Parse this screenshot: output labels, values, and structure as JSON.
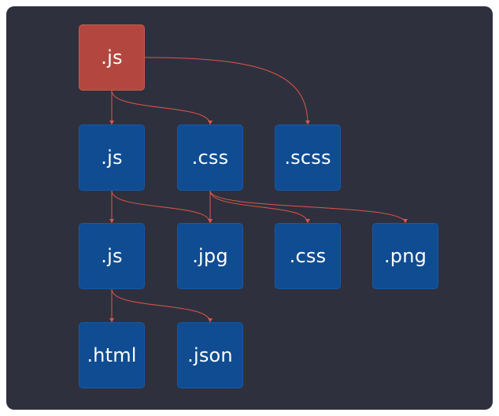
{
  "colors": {
    "background": "#2f303d",
    "root_node": "#b3473f",
    "asset_node": "#0f4c92",
    "edge": "#e0554a",
    "text": "#ffffff"
  },
  "nodes": [
    {
      "id": "root-js",
      "label": ".js",
      "kind": "root"
    },
    {
      "id": "js-2",
      "label": ".js",
      "kind": "asset"
    },
    {
      "id": "css-1",
      "label": ".css",
      "kind": "asset"
    },
    {
      "id": "scss",
      "label": ".scss",
      "kind": "asset"
    },
    {
      "id": "js-3",
      "label": ".js",
      "kind": "asset"
    },
    {
      "id": "jpg",
      "label": ".jpg",
      "kind": "asset"
    },
    {
      "id": "css-2",
      "label": ".css",
      "kind": "asset"
    },
    {
      "id": "png",
      "label": ".png",
      "kind": "asset"
    },
    {
      "id": "html",
      "label": ".html",
      "kind": "asset"
    },
    {
      "id": "json",
      "label": ".json",
      "kind": "asset"
    }
  ],
  "edges": [
    {
      "from": "root-js",
      "to": "js-2"
    },
    {
      "from": "root-js",
      "to": "css-1"
    },
    {
      "from": "root-js",
      "to": "scss"
    },
    {
      "from": "js-2",
      "to": "js-3"
    },
    {
      "from": "js-2",
      "to": "jpg"
    },
    {
      "from": "css-1",
      "to": "jpg"
    },
    {
      "from": "css-1",
      "to": "css-2"
    },
    {
      "from": "css-1",
      "to": "png"
    },
    {
      "from": "js-3",
      "to": "html"
    },
    {
      "from": "js-3",
      "to": "json"
    }
  ]
}
